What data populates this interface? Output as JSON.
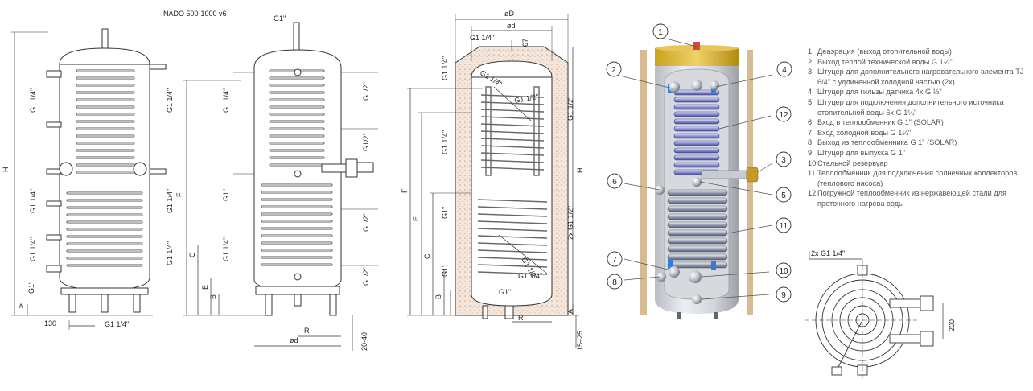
{
  "model_caption": "NADO 500-1000 v6",
  "drawing1": {
    "top_connection": "G1\"",
    "left_labels": [
      "G1 1/4\"",
      "G1 1/4\"",
      "G1 1/4\"",
      "G1\""
    ],
    "mid_labels": [
      "G1 1/4\"",
      "G1 1/4\"",
      "G1 1/4\""
    ],
    "dim_H": "H",
    "dim_A": "A",
    "dim_130": "130",
    "bottom_label": "G1 1/4\""
  },
  "drawing2": {
    "inner_labels": [
      "G1 1/4\"",
      "G1\"",
      "G1 1/4\""
    ],
    "right_labels": [
      "G1/2\"",
      "G1/2\"",
      "G1/2\"",
      "G1/2\""
    ],
    "dims": [
      "F",
      "C",
      "E",
      "B",
      "R",
      "ød",
      "20-40"
    ]
  },
  "drawing3": {
    "dim_D": "øD",
    "dim_d": "ød",
    "dim_67": "67",
    "top_label": "G1  1/4\"",
    "left_labels": [
      "G1 1/4\"",
      "G1 1/4\"",
      "G1\"",
      "G1\""
    ],
    "inner_labels": [
      "G1 1/4\"",
      "G1 1/2\"",
      "G1 1/2\"",
      "G1 1/4\"",
      "G1\""
    ],
    "right_labels": [
      "G1 1/2\"",
      "2x G1 1/2\""
    ],
    "dims": [
      "F",
      "E",
      "C",
      "B",
      "H",
      "A",
      "R",
      "15–25"
    ]
  },
  "callouts": [
    "1",
    "2",
    "3",
    "4",
    "5",
    "6",
    "7",
    "8",
    "9",
    "10",
    "11",
    "12"
  ],
  "legend": [
    {
      "n": "1",
      "text": "Деаэрация (выход отопительной воды)"
    },
    {
      "n": "2",
      "text": "Выход теплой технической воды G 1¼\""
    },
    {
      "n": "3",
      "text": "Штуцер для дополнительного нагревательного элемента TJ 6/4\" с удлиненной холодной частью (2x)"
    },
    {
      "n": "4",
      "text": "Штуцер для гильзы датчика 4x G ½\""
    },
    {
      "n": "5",
      "text": "Штуцер для подключения дополнительного источника отопительной воды 6x G 1¼\""
    },
    {
      "n": "6",
      "text": "Вход в теплообменник G 1\" (SOLAR)"
    },
    {
      "n": "7",
      "text": "Вход холодной воды G 1¼\""
    },
    {
      "n": "8",
      "text": "Выход из теплообменника G 1\" (SOLAR)"
    },
    {
      "n": "9",
      "text": "Штуцер для выпуска G 1\""
    },
    {
      "n": "10",
      "text": "Стальной резервуар"
    },
    {
      "n": "11",
      "text": "Теплообменник для подключения солнечных коллекторов (теплового насоса)"
    },
    {
      "n": "12",
      "text": "Погружной теплообменник из нержавеющей стали для проточного нагрева воды"
    }
  ],
  "plan_view": {
    "top_label": "2x  G1  1/4\"",
    "dim_200": "200"
  }
}
